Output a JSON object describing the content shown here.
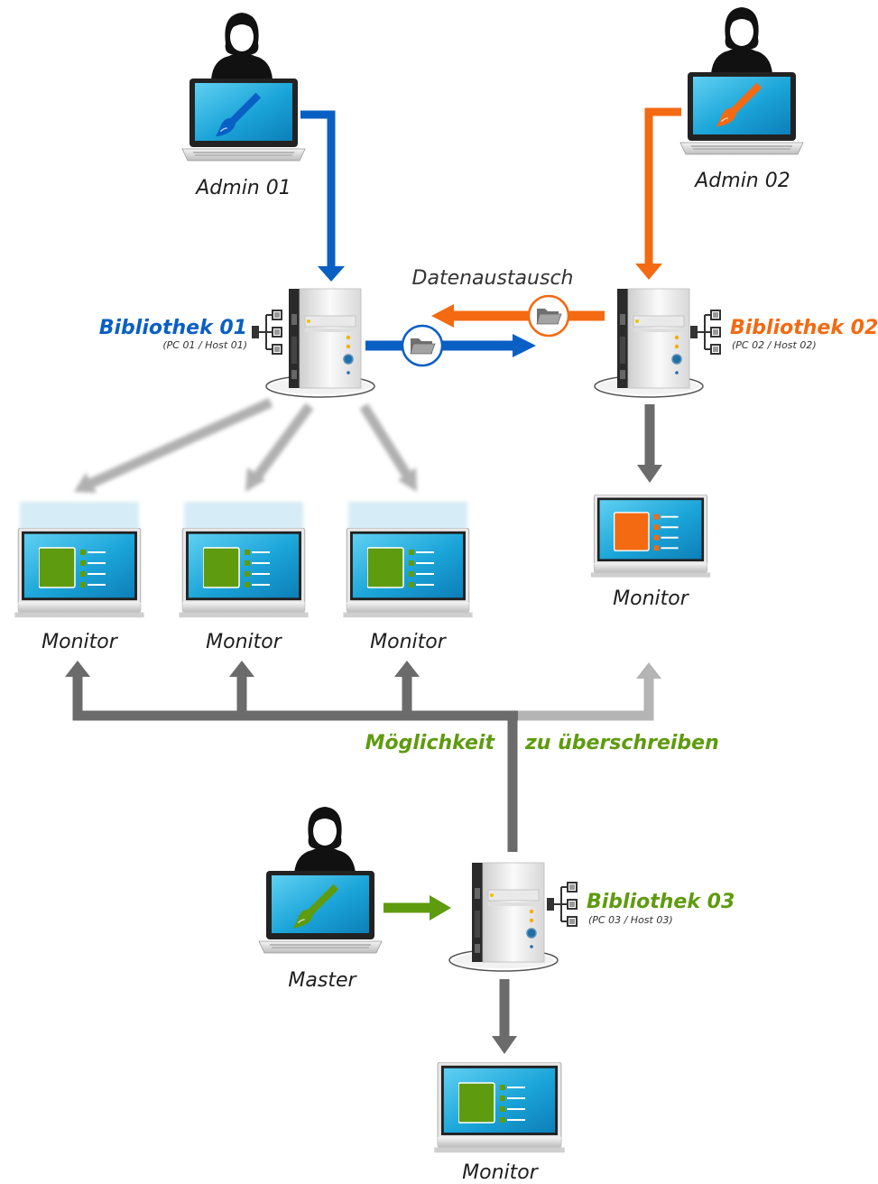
{
  "colors": {
    "blue": "#0a5fc4",
    "orange": "#f36a12",
    "green": "#5e9b0e",
    "gray": "#6b6b6b",
    "lightgray": "#b4b4b4"
  },
  "users": {
    "admin1": {
      "label": "Admin 01",
      "icon": "admin-user-icon"
    },
    "admin2": {
      "label": "Admin 02",
      "icon": "admin-user-icon"
    },
    "master": {
      "label": "Master",
      "icon": "master-user-icon"
    }
  },
  "libraries": {
    "lib1": {
      "label": "Bibliothek 01",
      "sub": "(PC 01 / Host 01)"
    },
    "lib2": {
      "label": "Bibliothek 02",
      "sub": "(PC 02 / Host 02)"
    },
    "lib3": {
      "label": "Bibliothek 03",
      "sub": "(PC 03 / Host 03)"
    }
  },
  "exchange_label": "Datenaustausch",
  "override": {
    "part1": "Möglichkeit",
    "part2": "zu überschreiben"
  },
  "monitors": [
    "Monitor",
    "Monitor",
    "Monitor",
    "Monitor",
    "Monitor"
  ]
}
